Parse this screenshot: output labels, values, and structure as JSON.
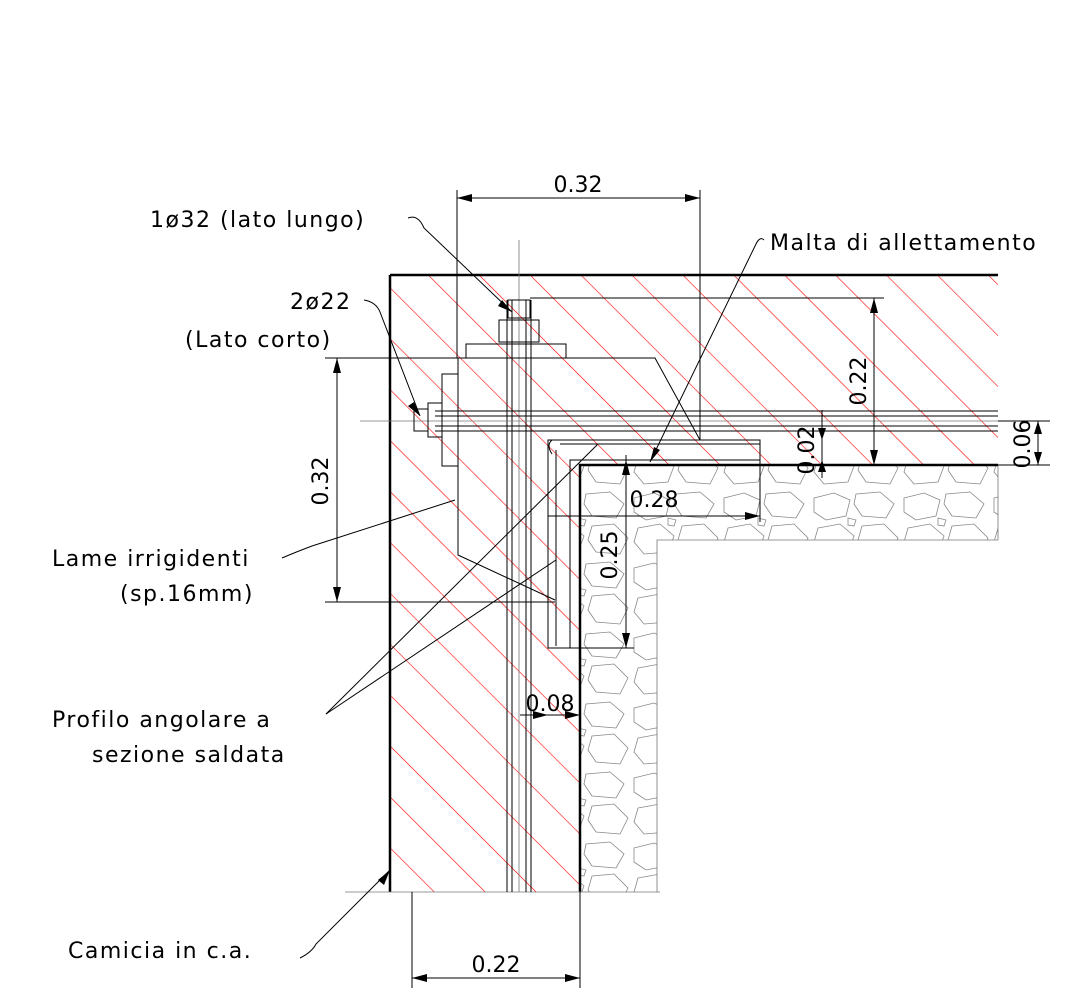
{
  "labels": {
    "bar_long": "1ø32 (lato lungo)",
    "bar_short_1": "2ø22",
    "bar_short_2": "(Lato corto)",
    "mortar": "Malta di allettamento",
    "stiffeners_1": "Lame irrigidenti",
    "stiffeners_2": "(sp.16mm)",
    "angle_profile_1": "Profilo angolare a",
    "angle_profile_2": "sezione saldata",
    "jacket": "Camicia in c.a."
  },
  "dimensions": {
    "top_width": "0.32",
    "left_height": "0.32",
    "right_height": "0.22",
    "gap": "0.02",
    "slab_thickness": "0.06",
    "horizontal_leg": "0.28",
    "vertical_leg": "0.25",
    "wall_offset": "0.08",
    "bottom_width": "0.22"
  },
  "colors": {
    "hatch": "#ff0000",
    "lines": "#000000",
    "masonry": "#888888"
  }
}
